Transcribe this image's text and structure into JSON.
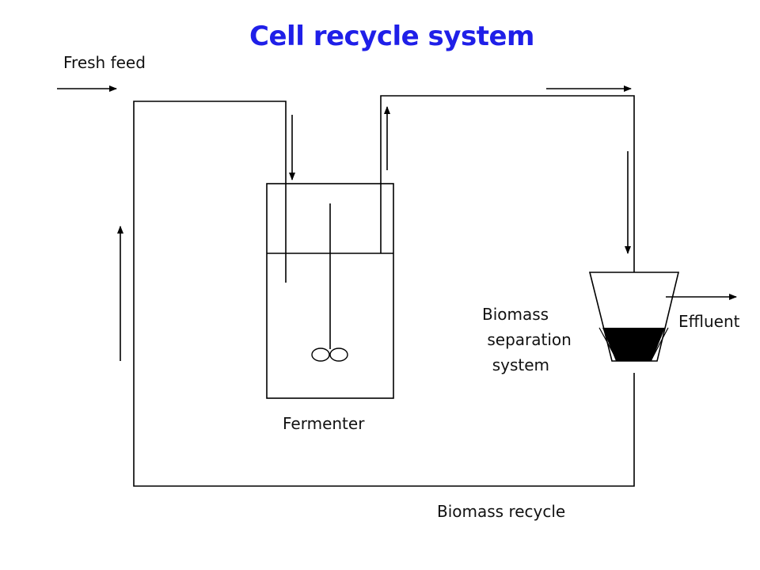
{
  "title": "Cell recycle system",
  "labels": {
    "fresh_feed": "Fresh feed",
    "fermenter": "Fermenter",
    "biomass_separation": "Biomass\n separation\n  system",
    "effluent": "Effluent",
    "biomass_recycle": "Biomass recycle"
  },
  "colors": {
    "title": "#1f1fe8",
    "line": "#000000",
    "sediment": "#000000"
  },
  "icons": [
    "arrow-right-icon",
    "arrow-down-icon",
    "arrow-up-icon",
    "impeller-icon"
  ]
}
